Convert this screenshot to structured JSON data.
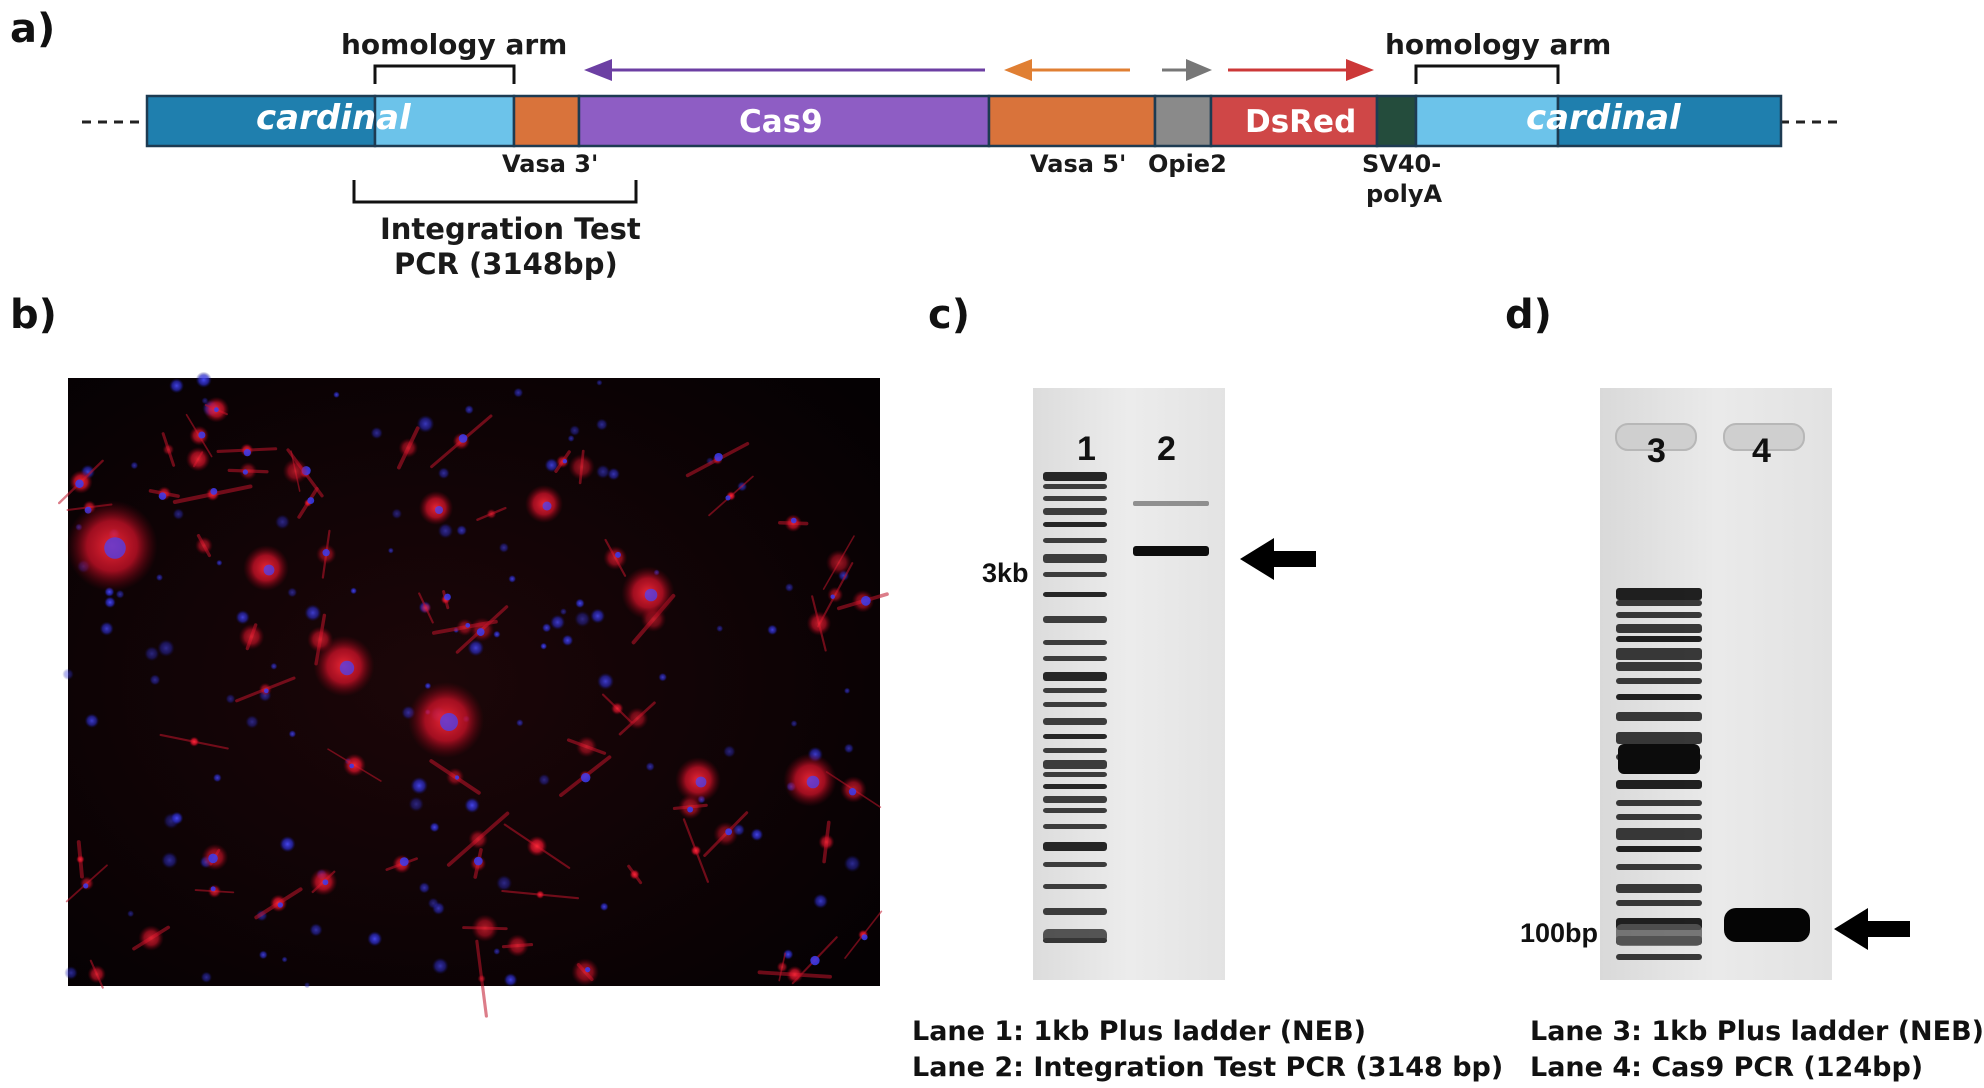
{
  "panels": {
    "a": "a)",
    "b": "b)",
    "c": "c)",
    "d": "d)"
  },
  "construct": {
    "homology_arm_left": "homology arm",
    "homology_arm_right": "homology arm",
    "segments": {
      "cardinal_left": "cardinal",
      "cas9": "Cas9",
      "dsred": "DsRed",
      "cardinal_right": "cardinal"
    },
    "below_labels": {
      "vasa3": "Vasa 3'",
      "vasa5": "Vasa 5'",
      "opie2": "Opie2",
      "sv40_line1": "SV40-",
      "sv40_line2": "polyA"
    },
    "integration_line1": "Integration Test",
    "integration_line2": "PCR (3148bp)",
    "colors": {
      "cardinal": "#1f7fae",
      "homology": "#6cc3ea",
      "vasa": "#d9733b",
      "cas9": "#8e5dc4",
      "opie2": "#8a8a8a",
      "dsred": "#cf4747",
      "sv40": "#244c3c"
    }
  },
  "gel_c": {
    "lane1": "1",
    "lane2": "2",
    "marker": "3kb",
    "legend1": "Lane 1: 1kb Plus ladder (NEB)",
    "legend2": "Lane 2: Integration Test PCR (3148 bp)"
  },
  "gel_d": {
    "lane3": "3",
    "lane4": "4",
    "marker": "100bp",
    "legend1": "Lane 3: 1kb Plus ladder (NEB)",
    "legend2": "Lane 4: Cas9 PCR (124bp)"
  }
}
